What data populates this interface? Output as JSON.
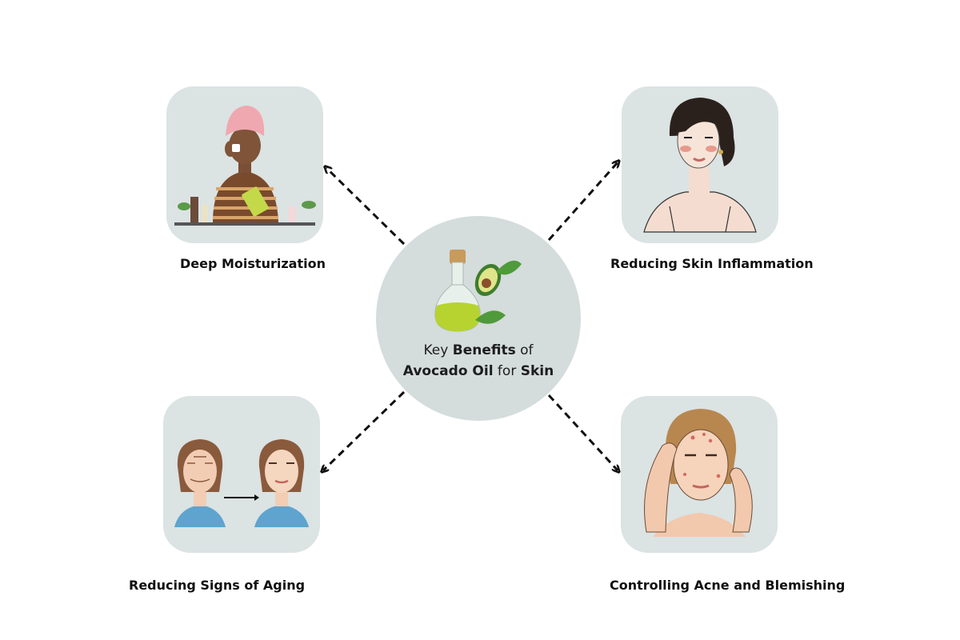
{
  "center": {
    "title_line1": {
      "pre": "Key ",
      "bold": "Benefits",
      "post": " of"
    },
    "title_line2": {
      "bold1": "Avocado Oil",
      "mid": " for ",
      "bold2": "Skin"
    }
  },
  "benefits": [
    {
      "label": "Deep Moisturization",
      "icon": "woman-applying-skincare-icon"
    },
    {
      "label": "Reducing Skin Inflammation",
      "icon": "woman-portrait-icon"
    },
    {
      "label": "Reducing Signs of Aging",
      "icon": "before-after-aging-icon"
    },
    {
      "label": "Controlling Acne and Blemishing",
      "icon": "woman-acne-icon"
    }
  ],
  "colors": {
    "card_bg": "#dbe3e3",
    "center_bg": "#d4dcdc",
    "oil_green": "#b7d330",
    "leaf_green": "#4f9a3a",
    "arrow": "#111111"
  }
}
